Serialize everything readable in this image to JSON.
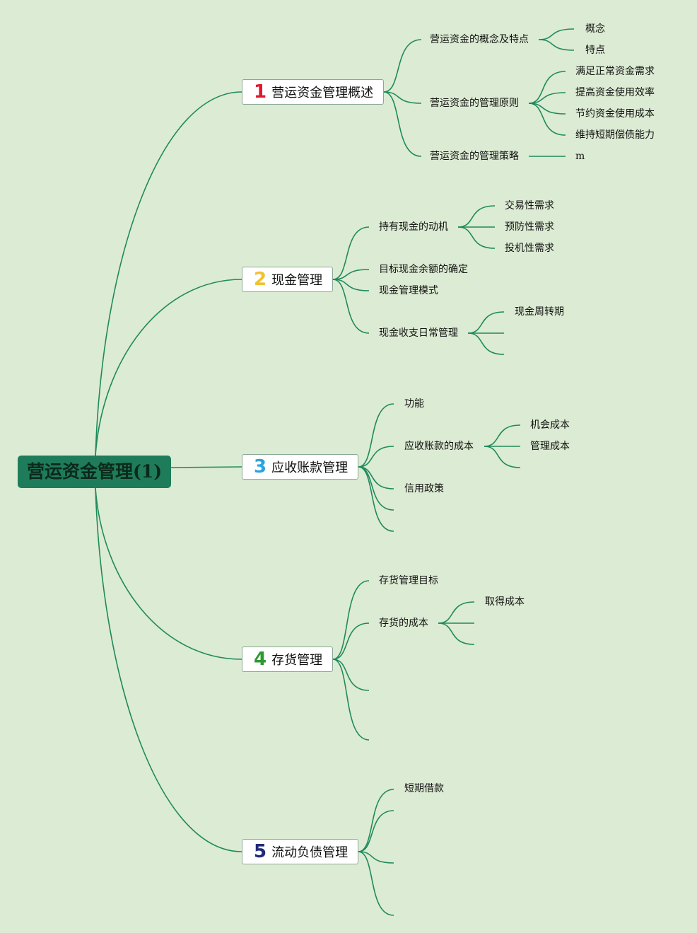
{
  "root": "营运资金管理(1)",
  "topics": [
    {
      "num": "1",
      "num_color": "#e0182d",
      "label": "营运资金管理概述"
    },
    {
      "num": "2",
      "num_color": "#f2c12e",
      "label": "现金管理"
    },
    {
      "num": "3",
      "num_color": "#2aa3dd",
      "label": "应收账款管理"
    },
    {
      "num": "4",
      "num_color": "#2e9a2e",
      "label": "存货管理"
    },
    {
      "num": "5",
      "num_color": "#1f2a7a",
      "label": "流动负债管理"
    }
  ],
  "t1": {
    "concept_features": "营运资金的概念及特点",
    "concept": "概念",
    "features": "特点",
    "principles": "营运资金的管理原则",
    "p1": "满足正常资金需求",
    "p2": "提高资金使用效率",
    "p3": "节约资金使用成本",
    "p4": "维持短期偿债能力",
    "strategy": "营运资金的管理策略",
    "strategy_child": "m"
  },
  "t2": {
    "motive": "持有现金的动机",
    "m1": "交易性需求",
    "m2": "预防性需求",
    "m3": "投机性需求",
    "target": "目标现金余额的确定",
    "mode": "现金管理模式",
    "daily": "现金收支日常管理",
    "cycle": "现金周转期"
  },
  "t3": {
    "function": "功能",
    "cost": "应收账款的成本",
    "c1": "机会成本",
    "c2": "管理成本",
    "policy": "信用政策"
  },
  "t4": {
    "goal": "存货管理目标",
    "cost": "存货的成本",
    "c1": "取得成本"
  },
  "t5": {
    "loan": "短期借款"
  },
  "line_color": "#1f8a5c"
}
